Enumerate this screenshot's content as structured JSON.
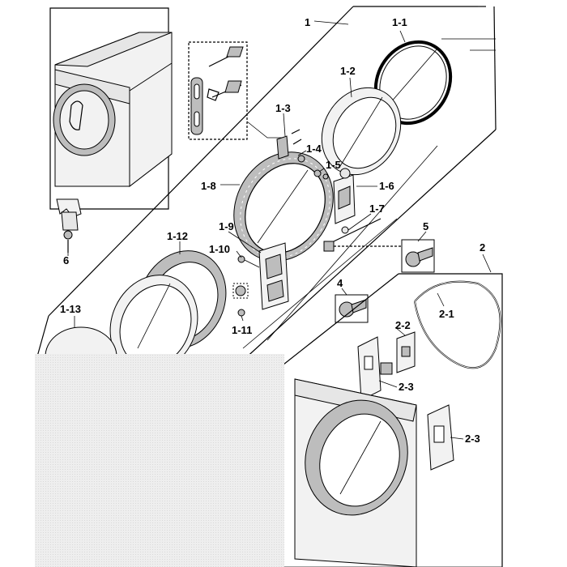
{
  "diagram": {
    "labels": [
      {
        "id": "1",
        "text": "1"
      },
      {
        "id": "1-1",
        "text": "1-1"
      },
      {
        "id": "1-2",
        "text": "1-2"
      },
      {
        "id": "1-3",
        "text": "1-3"
      },
      {
        "id": "1-4",
        "text": "1-4"
      },
      {
        "id": "1-5",
        "text": "1-5"
      },
      {
        "id": "1-6",
        "text": "1-6"
      },
      {
        "id": "1-7",
        "text": "1-7"
      },
      {
        "id": "1-8",
        "text": "1-8"
      },
      {
        "id": "1-9",
        "text": "1-9"
      },
      {
        "id": "1-10",
        "text": "1-10"
      },
      {
        "id": "1-11",
        "text": "1-11"
      },
      {
        "id": "1-12",
        "text": "1-12"
      },
      {
        "id": "1-13",
        "text": "1-13"
      },
      {
        "id": "2",
        "text": "2"
      },
      {
        "id": "2-1",
        "text": "2-1"
      },
      {
        "id": "2-2",
        "text": "2-2"
      },
      {
        "id": "2-3a",
        "text": "2-3"
      },
      {
        "id": "2-3b",
        "text": "2-3"
      },
      {
        "id": "4",
        "text": "4"
      },
      {
        "id": "5",
        "text": "5"
      },
      {
        "id": "6",
        "text": "6"
      }
    ]
  }
}
